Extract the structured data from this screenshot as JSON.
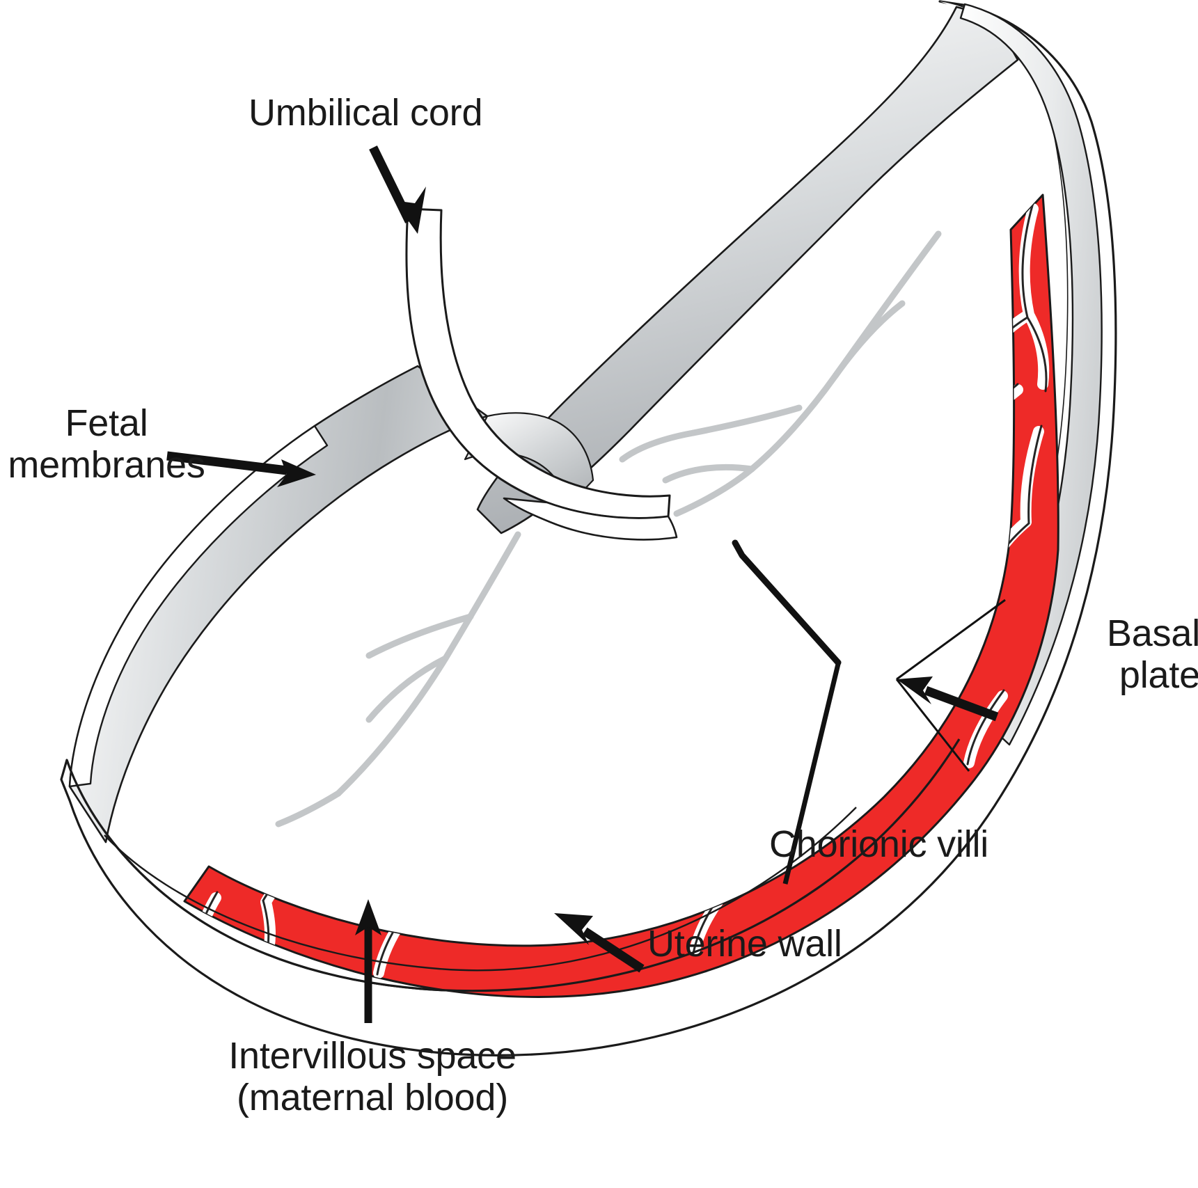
{
  "figure": {
    "kind": "anatomical-illustration",
    "subject": "Placenta cross-section showing maternal and fetal surfaces",
    "background_color": "#ffffff"
  },
  "colors": {
    "villi_red": "#ee2a28",
    "villi_red_dark": "#d6221f",
    "outline": "#1a1a1a",
    "membrane_gray_light": "#fdfdfd",
    "membrane_gray_mid": "#cfd2d4",
    "membrane_gray_dark": "#a9adb1",
    "vessel_gray": "#c6c9cb",
    "text": "#1a1a1a"
  },
  "labels": [
    {
      "id": "umbilical-cord",
      "text": "Umbilical cord",
      "lines": [
        "Umbilical cord"
      ],
      "align": "left",
      "pointer": "arrow",
      "points_to": "umbilical cord tube at top center"
    },
    {
      "id": "fetal-membranes",
      "text": "Fetal membranes",
      "lines": [
        "Fetal",
        "membranes"
      ],
      "align": "center",
      "pointer": "arrow",
      "points_to": "gray membrane sheet at left"
    },
    {
      "id": "basal-plate",
      "text": "Basal plate",
      "lines": [
        "Basal",
        "plate"
      ],
      "align": "right",
      "pointer": "arrow",
      "points_to": "outer maternal surface at right"
    },
    {
      "id": "chorionic-villi",
      "text": "Chorionic villi",
      "lines": [
        "Chorionic villi"
      ],
      "align": "left",
      "pointer": "leader-line",
      "points_to": "branched red villous tree"
    },
    {
      "id": "uterine-wall",
      "text": "Uterine wall",
      "lines": [
        "Uterine wall"
      ],
      "align": "left",
      "pointer": "arrow",
      "points_to": "lower outer wall of the placenta disc"
    },
    {
      "id": "intervillous-space",
      "text": "Intervillous space (maternal blood)",
      "lines": [
        "Intervillous space",
        "(maternal blood)"
      ],
      "align": "center",
      "pointer": "arrow",
      "points_to": "red blood-filled space between villi"
    }
  ],
  "structures": [
    {
      "name": "placental-disc",
      "description": "Bowl-shaped disc seen obliquely from above"
    },
    {
      "name": "fetal-membranes",
      "description": "Gray shaded amniochorionic membrane band sweeping around the rim"
    },
    {
      "name": "umbilical-cord",
      "description": "White tubular cord inserting at the chorionic plate"
    },
    {
      "name": "chorionic-vessels",
      "description": "Pale gray branching vessels on the fetal surface"
    },
    {
      "name": "villous-mass",
      "description": "Bright red branched chorionic villi filling the maternal half"
    },
    {
      "name": "basal-plate",
      "description": "Outer maternal surface of the placenta"
    },
    {
      "name": "uterine-wall",
      "description": "Thin outer wall enclosing the villous mass"
    }
  ]
}
